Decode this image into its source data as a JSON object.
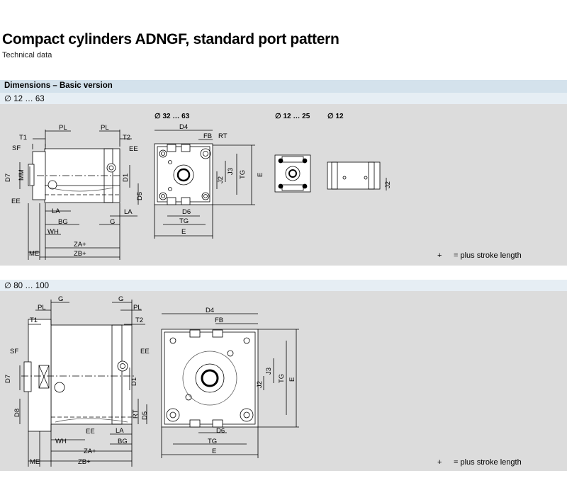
{
  "header": {
    "title": "Compact cylinders ADNGF, standard port pattern",
    "subtitle": "Technical data"
  },
  "section": {
    "heading": "Dimensions – Basic version"
  },
  "panel1": {
    "range_label": "∅ 12 … 63",
    "view_label_front": "∅ 32 … 63",
    "view_label_small": "∅ 12 … 25",
    "view_label_side": "∅ 12",
    "note_plus": "+",
    "note_text": "= plus stroke length",
    "dims": {
      "pl": "PL",
      "t1": "T1",
      "t2": "T2",
      "sf": "SF",
      "ee": "EE",
      "d7": "D7",
      "mm": "MM",
      "d1": "D1",
      "d5": "D5",
      "la": "LA",
      "bg": "BG",
      "g": "G",
      "wh": "WH",
      "za": "ZA+",
      "zb": "ZB+",
      "me": "ME",
      "d4": "D4",
      "fb": "FB",
      "rt": "RT",
      "j2": "J2",
      "j3": "J3",
      "tg": "TG",
      "e": "E",
      "d6": "D6"
    }
  },
  "panel2": {
    "range_label": "∅ 80 … 100",
    "note_plus": "+",
    "note_text": "= plus stroke length",
    "dims": {
      "g": "G",
      "pl": "PL",
      "t1": "T1",
      "t2": "T2",
      "sf": "SF",
      "ee": "EE",
      "d7": "D7",
      "d1": "D1",
      "d8": "D8",
      "rt": "RT",
      "d5": "D5",
      "la": "LA",
      "bg": "BG",
      "wh": "WH",
      "za": "ZA+",
      "zb": "ZB+",
      "me": "ME",
      "d4": "D4",
      "fb": "FB",
      "j2": "J2",
      "j3": "J3",
      "tg": "TG",
      "e": "E",
      "d6": "D6"
    }
  }
}
